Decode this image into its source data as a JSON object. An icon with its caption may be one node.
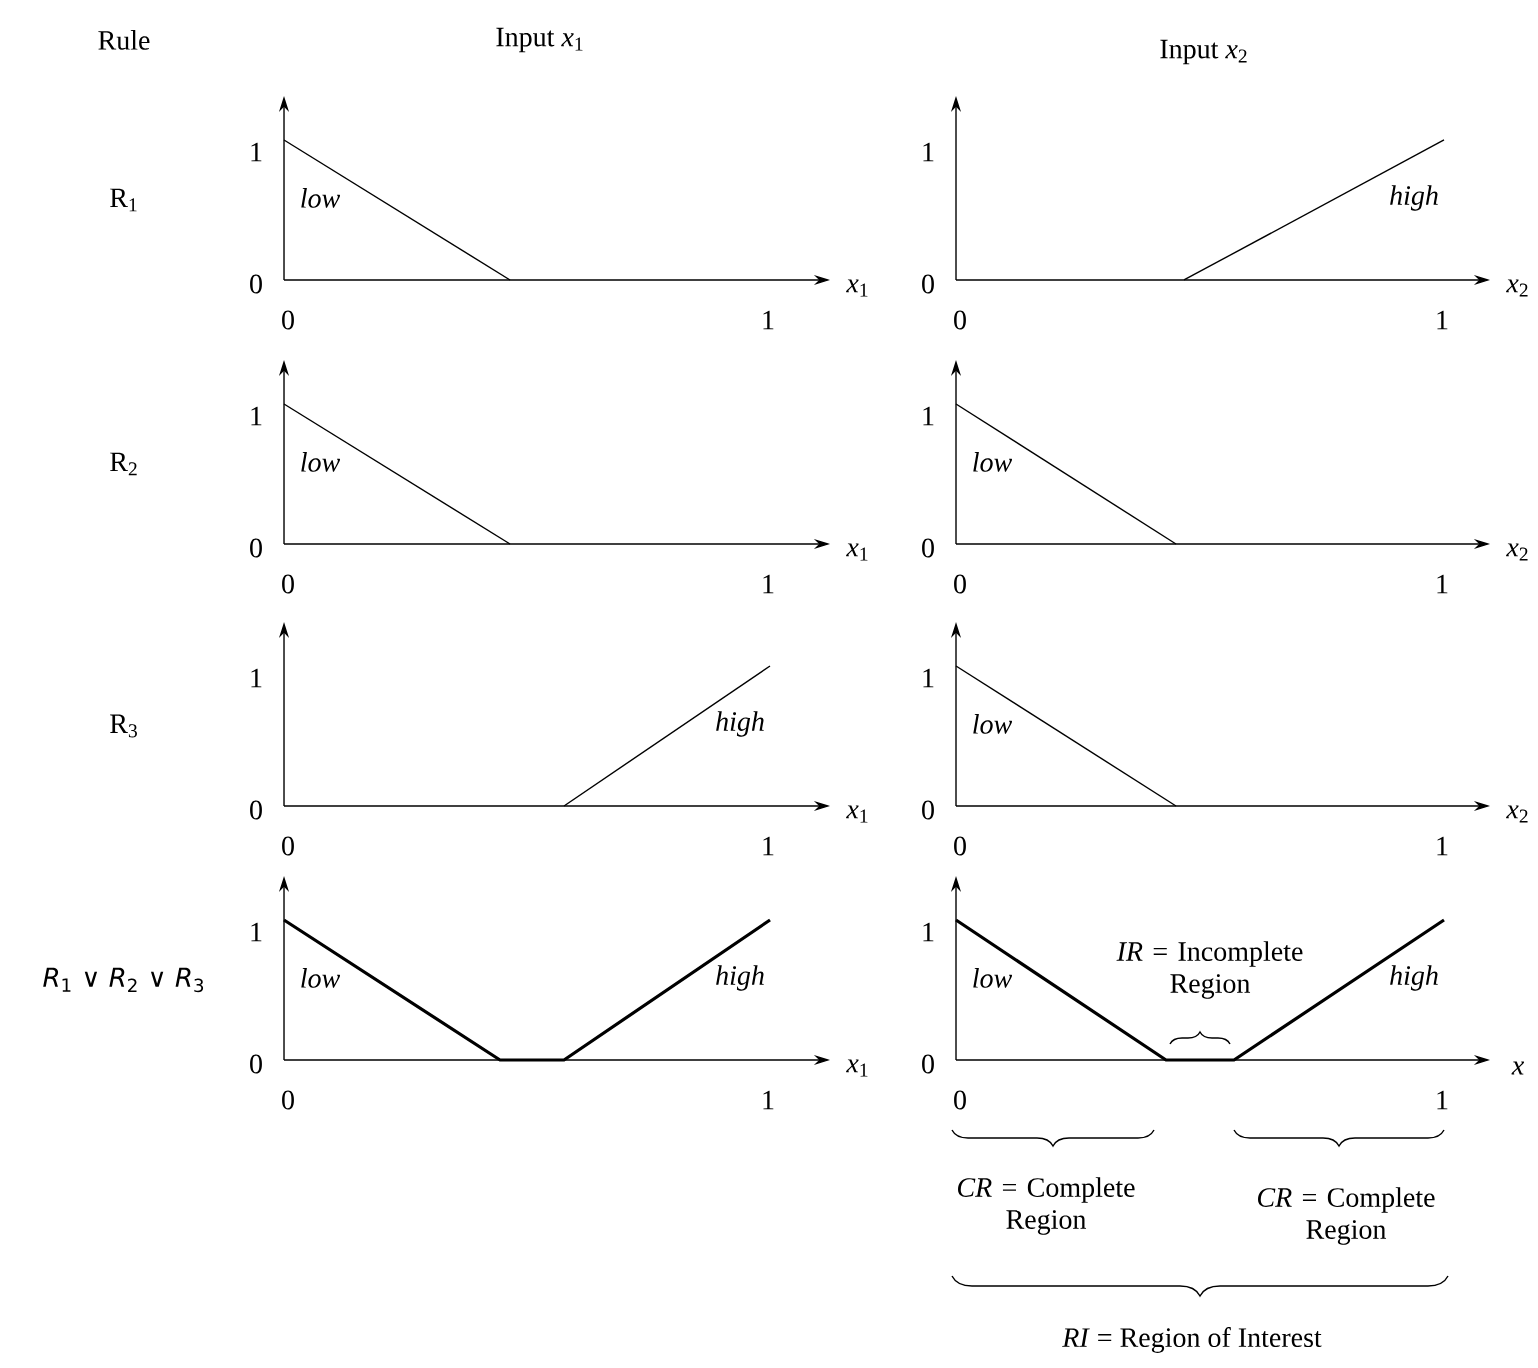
{
  "diagram": {
    "labels": [
      "Rule",
      "Input *x*$_{1}$",
      "Input *x*$_{2}$",
      "R$_{1}$",
      "1",
      "*low*",
      "0",
      "0",
      "1",
      "*x*$_{1}$",
      "1",
      "*high*",
      "0",
      "0",
      "1",
      "*x*$_{2}$",
      "R$_{2}$",
      "1",
      "*low*",
      "0",
      "0",
      "1",
      "*x*$_{1}$",
      "1",
      "*low*",
      "0",
      "0",
      "1",
      "*x*$_{2}$",
      "R$_{3}$",
      "1",
      "*high*",
      "0",
      "0",
      "1",
      "*x*$_{1}$",
      "1",
      "*low*",
      "0",
      "0",
      "1",
      "*x*$_{2}$",
      "*R*$_{1}$ ∨ *R*$_{2}$ ∨ *R*$_{3}$",
      "1",
      "*low*",
      "*high*",
      "0",
      "0",
      "1",
      "*x*$_{1}$",
      "1",
      "*IR* = Incomplete Region",
      "*low*",
      "*high*",
      "0",
      "0",
      "1",
      "*x*",
      "*CR* = Complete Region",
      "*CR* = Complete Region",
      "*RI* = Region of Interest"
    ]
  }
}
